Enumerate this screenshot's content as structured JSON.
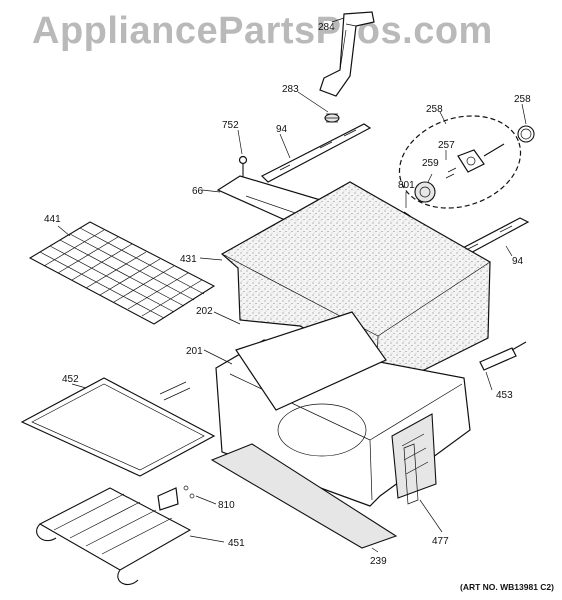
{
  "watermark": "AppliancePartsPros.com",
  "art_number": "(ART NO. WB13981 C2)",
  "callouts": [
    {
      "id": "284",
      "text": "284"
    },
    {
      "id": "283",
      "text": "283"
    },
    {
      "id": "258a",
      "text": "258"
    },
    {
      "id": "258b",
      "text": "258"
    },
    {
      "id": "752",
      "text": "752"
    },
    {
      "id": "94a",
      "text": "94"
    },
    {
      "id": "257",
      "text": "257"
    },
    {
      "id": "259",
      "text": "259"
    },
    {
      "id": "66",
      "text": "66"
    },
    {
      "id": "801",
      "text": "801"
    },
    {
      "id": "441",
      "text": "441"
    },
    {
      "id": "94b",
      "text": "94"
    },
    {
      "id": "431",
      "text": "431"
    },
    {
      "id": "202",
      "text": "202"
    },
    {
      "id": "201",
      "text": "201"
    },
    {
      "id": "452",
      "text": "452"
    },
    {
      "id": "453",
      "text": "453"
    },
    {
      "id": "810",
      "text": "810"
    },
    {
      "id": "477",
      "text": "477"
    },
    {
      "id": "451",
      "text": "451"
    },
    {
      "id": "239",
      "text": "239"
    }
  ]
}
